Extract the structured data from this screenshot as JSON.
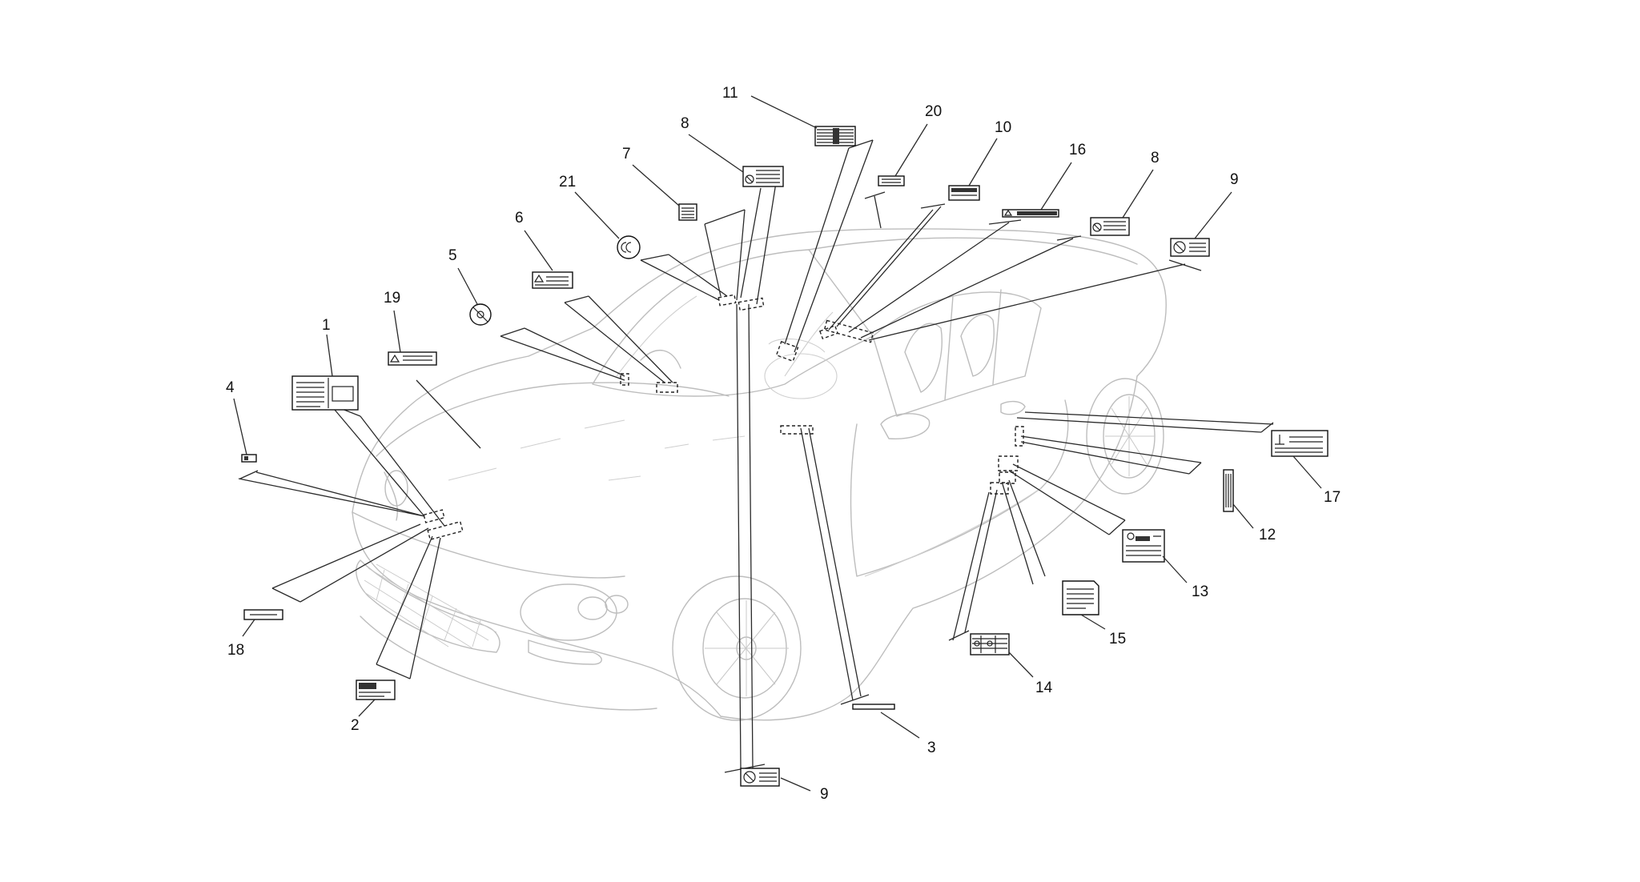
{
  "callouts": [
    {
      "id": "1",
      "label": "1"
    },
    {
      "id": "2",
      "label": "2"
    },
    {
      "id": "3",
      "label": "3"
    },
    {
      "id": "4",
      "label": "4"
    },
    {
      "id": "5",
      "label": "5"
    },
    {
      "id": "6",
      "label": "6"
    },
    {
      "id": "7",
      "label": "7"
    },
    {
      "id": "8a",
      "label": "8"
    },
    {
      "id": "8b",
      "label": "8"
    },
    {
      "id": "9a",
      "label": "9"
    },
    {
      "id": "9b",
      "label": "9"
    },
    {
      "id": "10",
      "label": "10"
    },
    {
      "id": "11",
      "label": "11"
    },
    {
      "id": "12",
      "label": "12"
    },
    {
      "id": "13",
      "label": "13"
    },
    {
      "id": "14",
      "label": "14"
    },
    {
      "id": "15",
      "label": "15"
    },
    {
      "id": "16",
      "label": "16"
    },
    {
      "id": "17",
      "label": "17"
    },
    {
      "id": "18",
      "label": "18"
    },
    {
      "id": "19",
      "label": "19"
    },
    {
      "id": "20",
      "label": "20"
    },
    {
      "id": "21",
      "label": "21"
    }
  ],
  "colors": {
    "car_outline": "#bdbdbd",
    "ink": "#111111"
  }
}
